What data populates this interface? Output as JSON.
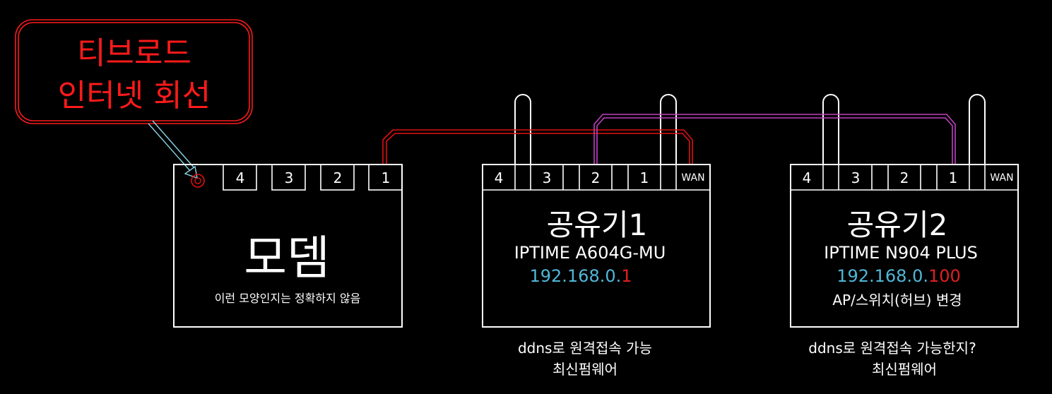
{
  "callout": {
    "line1": "티브로드",
    "line2": "인터넷 회선"
  },
  "modem": {
    "title": "모뎀",
    "note": "이런 모양인지는 정확하지 않음",
    "ports": [
      "4",
      "3",
      "2",
      "1"
    ]
  },
  "router1": {
    "title": "공유기1",
    "model": "IPTIME A604G-MU",
    "ip_prefix": "192.168.0.",
    "ip_suffix": "1",
    "ports": [
      "4",
      "3",
      "2",
      "1"
    ],
    "wan": "WAN",
    "caption1": "ddns로 원격접속 가능",
    "caption2": "최신펌웨어"
  },
  "router2": {
    "title": "공유기2",
    "model": "IPTIME N904 PLUS",
    "ip_prefix": "192.168.0.",
    "ip_suffix": "100",
    "mode": "AP/스위치(허브) 변경",
    "ports": [
      "4",
      "3",
      "2",
      "1"
    ],
    "wan": "WAN",
    "caption1": "ddns로 원격접속 가능한지?",
    "caption2": "최신펌웨어"
  },
  "colors": {
    "background": "#000000",
    "stroke": "#ffffff",
    "callout": "#ff1a1a",
    "cable_red": "#e01010",
    "cable_purple": "#c040c0",
    "ip": "#4fb8d8",
    "ip_suffix": "#e02020",
    "arrow": "#88d8e8"
  }
}
